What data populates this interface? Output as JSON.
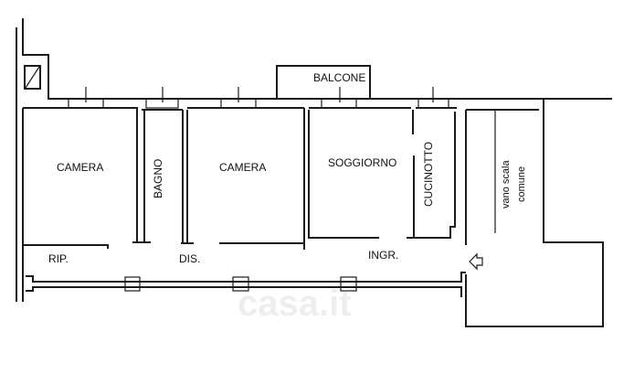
{
  "plan": {
    "rooms": {
      "balcone": "BALCONE",
      "camera_1": "CAMERA",
      "bagno": "BAGNO",
      "camera_2": "CAMERA",
      "soggiorno": "SOGGIORNO",
      "cucinotto": "CUCINOTTO",
      "vano_scala_line1": "vano scala",
      "vano_scala_line2": "comune",
      "ripostiglio": "RIP.",
      "disimpegno": "DIS.",
      "ingresso": "INGR."
    },
    "watermark": "casa.it",
    "entrance_icon": "entrance-arrow-icon",
    "shaft_icon": "shaft-diagonal-icon"
  }
}
